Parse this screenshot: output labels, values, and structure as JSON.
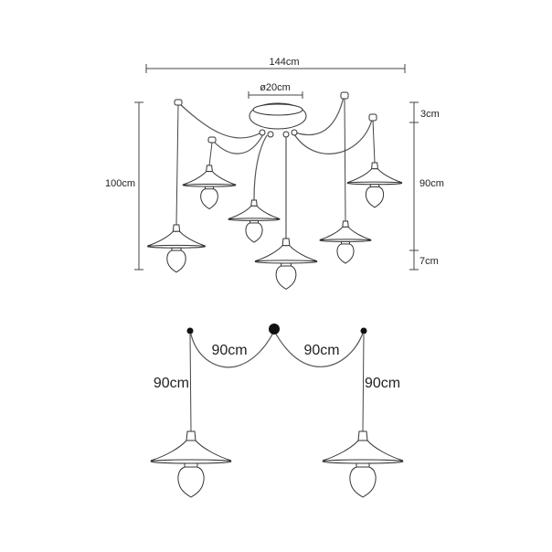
{
  "diagram": {
    "top": {
      "width_label": "144cm",
      "canopy_label": "ø20cm",
      "height_label": "100cm",
      "top_gap_label": "3cm",
      "cable_label": "90cm",
      "bottom_gap_label": "7cm"
    },
    "bottom": {
      "left_curve_label": "90cm",
      "right_curve_label": "90cm",
      "left_drop_label": "90cm",
      "right_drop_label": "90cm"
    }
  },
  "colors": {
    "line": "#444444",
    "cable": "#555555",
    "dot": "#111111",
    "background": "#ffffff"
  }
}
